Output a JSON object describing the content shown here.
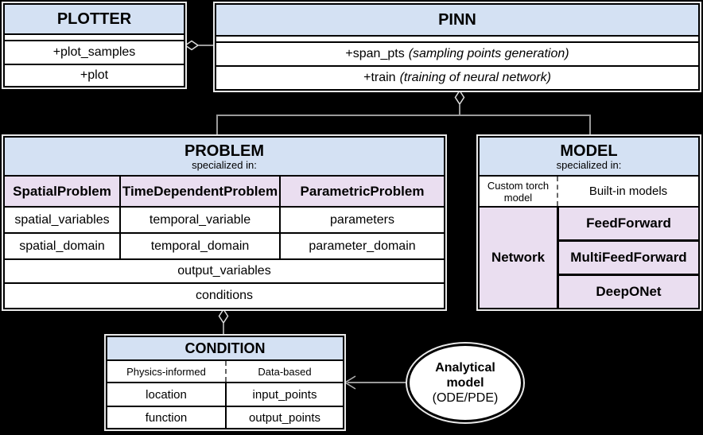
{
  "colors": {
    "background": "#000000",
    "header_blue": "#d4e1f3",
    "lavender": "#eadef0",
    "box_fill": "#ffffff",
    "box_border": "#000000",
    "connector_gray": "#9a9a9a"
  },
  "plotter": {
    "title": "PLOTTER",
    "methods": [
      "+plot_samples",
      "+plot"
    ]
  },
  "pinn": {
    "title": "PINN",
    "methods": [
      {
        "name": "+span_pts",
        "note": "(sampling points generation)"
      },
      {
        "name": "+train",
        "note": "(training of neural network)"
      }
    ]
  },
  "problem": {
    "title": "PROBLEM",
    "subtitle": "specialized in:",
    "columns": [
      "SpatialProblem",
      "TimeDependentProblem",
      "ParametricProblem"
    ],
    "rows": [
      [
        "spatial_variables",
        "temporal_variable",
        "parameters"
      ],
      [
        "spatial_domain",
        "temporal_domain",
        "parameter_domain"
      ]
    ],
    "full_rows": [
      "output_variables",
      "conditions"
    ]
  },
  "model": {
    "title": "MODEL",
    "subtitle": "specialized in:",
    "split": {
      "left": "Custom torch model",
      "right": "Built-in models"
    },
    "network_label": "Network",
    "builtin_models": [
      "FeedForward",
      "MultiFeedForward",
      "DeepONet"
    ]
  },
  "condition": {
    "title": "CONDITION",
    "split": {
      "left": "Physics-informed",
      "right": "Data-based"
    },
    "rows": [
      [
        "location",
        "input_points"
      ],
      [
        "function",
        "output_points"
      ]
    ]
  },
  "analytical": {
    "line1": "Analytical",
    "line2": "model",
    "line3": "(ODE/PDE)"
  }
}
